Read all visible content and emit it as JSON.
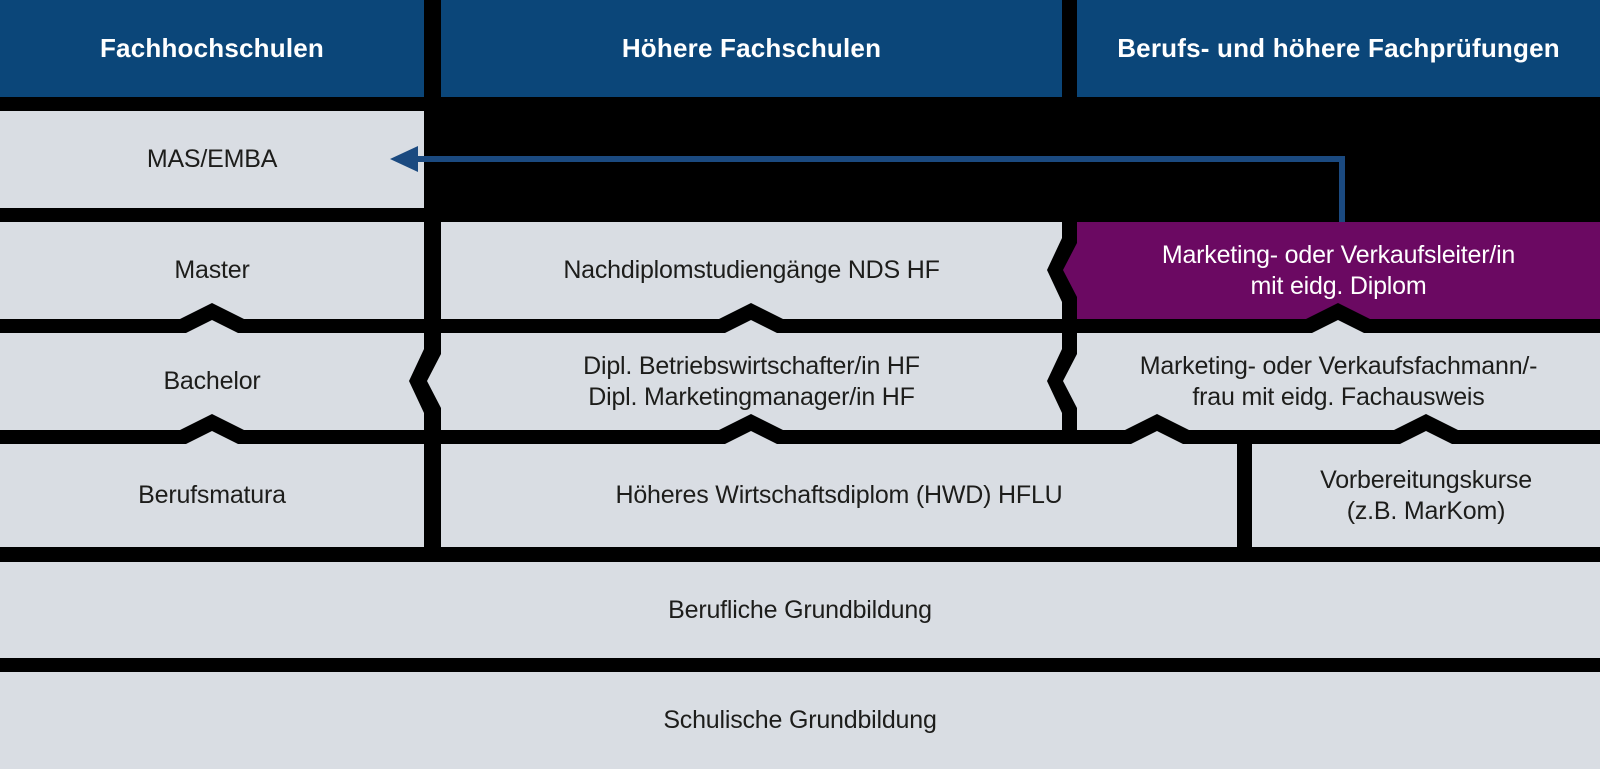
{
  "headers": {
    "col1": "Fachhochschulen",
    "col2": "Höhere Fachschulen",
    "col3": "Berufs- und höhere Fachprüfungen"
  },
  "boxes": {
    "mas_emba": "MAS/EMBA",
    "master": "Master",
    "bachelor": "Bachelor",
    "berufsmatura": "Berufsmatura",
    "nds_hf": "Nachdiplomstudiengänge NDS HF",
    "dipl_hf": "Dipl. Betriebswirtschafter/in HF\nDipl. Marketingmanager/in HF",
    "marketingleiter": "Marketing- oder Verkaufsleiter/in\nmit eidg. Diplom",
    "marketingfachmann": "Marketing- oder Verkaufsfachmann/-\nfrau mit eidg. Fachausweis",
    "hwd_hflu": "Höheres Wirtschaftsdiplom (HWD) HFLU",
    "vorbereitungskurse": "Vorbereitungskurse\n(z.B. MarKom)",
    "berufliche_grundbildung": "Berufliche Grundbildung",
    "schulische_grundbildung": "Schulische Grundbildung"
  },
  "colors": {
    "header_blue": "#0b4679",
    "box_gray": "#d9dde3",
    "highlight_purple": "#6b0962",
    "arrow_blue": "#1b4a80",
    "background": "#000000",
    "text_dark": "#1d1d1b",
    "text_light": "#ffffff"
  }
}
